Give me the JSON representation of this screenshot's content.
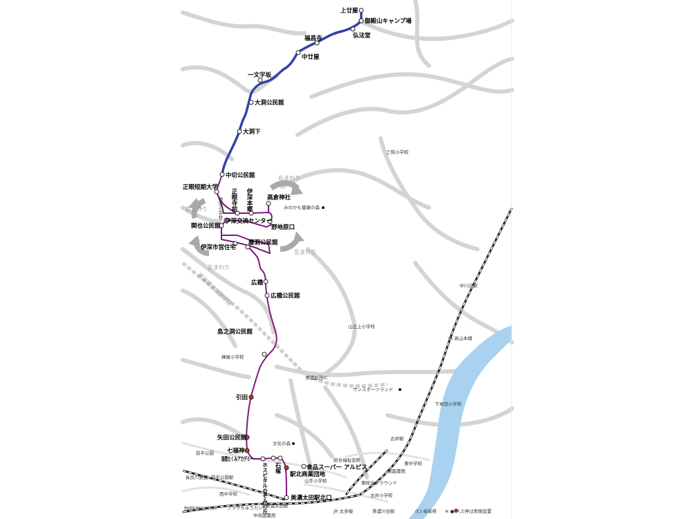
{
  "colors": {
    "route_blue": "#3340a8",
    "route_purple": "#7b1a7b",
    "river": "#a8d2ef",
    "road": "#d4d4d4",
    "arrow": "#a9a9a9"
  },
  "stops": [
    {
      "name": "上廿屋",
      "dot": "white"
    },
    {
      "name": "御殿山キャンプ場",
      "dot": "white"
    },
    {
      "name": "弘法堂",
      "dot": "white"
    },
    {
      "name": "福昌寺",
      "dot": "white"
    },
    {
      "name": "中廿屋",
      "dot": "white"
    },
    {
      "name": "一文字坂",
      "dot": "white"
    },
    {
      "name": "大洞公民館",
      "dot": "white"
    },
    {
      "name": "大洞下",
      "dot": "white"
    },
    {
      "name": "中切公民館",
      "dot": "white"
    },
    {
      "name": "正眼短期大学",
      "dot": "white"
    },
    {
      "name": "正眼寺前",
      "dot": "white"
    },
    {
      "name": "伊深本郷",
      "dot": "white"
    },
    {
      "name": "高倉神社",
      "dot": "white"
    },
    {
      "name": "伊深交流センター",
      "dot": "white"
    },
    {
      "name": "関也公民館",
      "dot": "white"
    },
    {
      "name": "野地原口",
      "dot": "white"
    },
    {
      "name": "伊深市営住宅",
      "dot": "white"
    },
    {
      "name": "藤洞公民館",
      "dot": "white"
    },
    {
      "name": "広橋",
      "dot": "white"
    },
    {
      "name": "広橋公民館",
      "dot": "white"
    },
    {
      "name": "島之洞公民館",
      "dot": "white"
    },
    {
      "name": "引田",
      "dot": "red"
    },
    {
      "name": "矢田公民館",
      "dot": "red"
    },
    {
      "name": "七福神",
      "dot": "red"
    },
    {
      "name": "国際たくみアカデミー",
      "dot": "white"
    },
    {
      "name": "ホスピタルのぞみの丘",
      "dot": "white"
    },
    {
      "name": "石塚",
      "dot": "white"
    },
    {
      "name": "食品スーパー アルピス",
      "dot": "white"
    },
    {
      "name": "駅北商業団地",
      "dot": "red"
    },
    {
      "name": "美濃太田駅北口",
      "dot": "white"
    }
  ],
  "labels": {
    "ihuka_school": "伊深小学校",
    "bunka_no_mori": "文化の森",
    "minokamo_kenko": "みのかも健康の森",
    "sanwa_school": "三和小学校",
    "nakagawabe_st": "中川辺駅",
    "yamanoue_school": "山之上小学校",
    "jr_takayama": "JR 高山本線",
    "mino_kamo_ic": "美濃加茂IC",
    "sports_land": "サンスポーツランド",
    "shimoyoneda_school": "下米田小学校",
    "hachiya_school": "蜂屋小学校",
    "furui_st": "古井駅",
    "sogo_fukushi": "総合福祉会館",
    "higashi_toshokan": "東図書館",
    "higashi_chugaku": "東中学校",
    "higashi_ground": "東総合グラウンド",
    "yamanote_school": "山手小学校",
    "furui_school": "古井小学校",
    "maehira_park": "前平公園",
    "maehira_park_st": "前平公園駅",
    "nishi_chugaku": "西中学校",
    "nagaragawa_rail": "長良川鉄道",
    "nishi_taiikukan": "西体育館 西総合グラウンド",
    "plaza": "プラザちゅうたい",
    "mino_ota_st": "美濃太田駅",
    "chuo_toshokan": "中央図書館",
    "jr_taita": "JR 太多線",
    "minokawai_st": "美濃川合駅",
    "expressway": "東海環状自動車道",
    "copyright": "(C) 岐阜県",
    "note": "※ ● バス停は両側設置"
  },
  "loop_labels": {
    "migi_top": "右まわり",
    "migi_left": "右まわり",
    "hidari_left": "左まわり",
    "hidari_right": "左まわり"
  }
}
